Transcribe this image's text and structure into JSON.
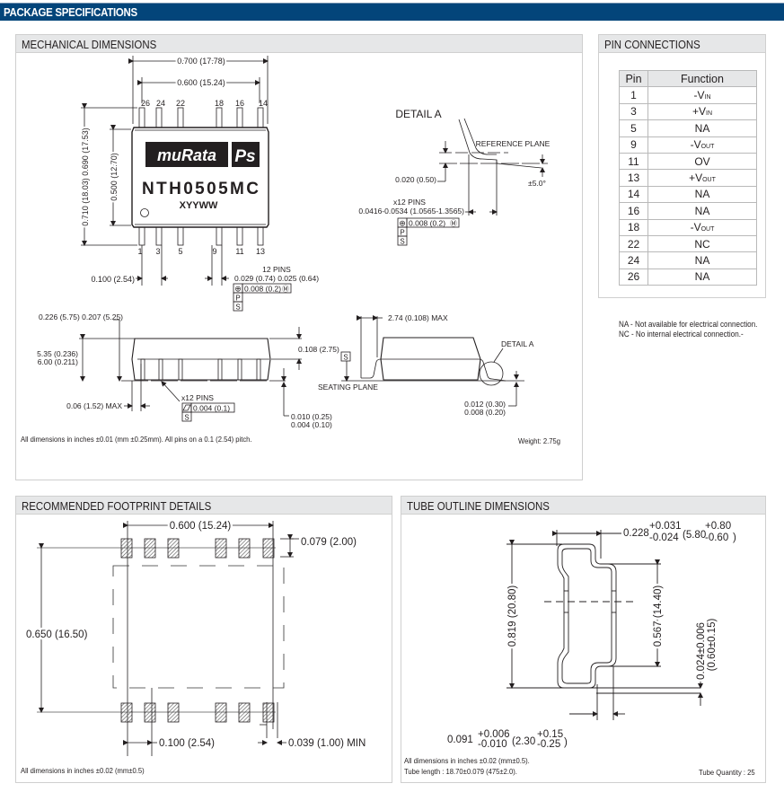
{
  "header": {
    "title": "PACKAGE SPECIFICATIONS"
  },
  "mechanical": {
    "title": "MECHANICAL DIMENSIONS",
    "top_view": {
      "dim_width_overall": "0.700 (17.78)",
      "dim_pin_span": "0.600 (15.24)",
      "dim_height_overall": "0.710 (18.03) 0.690 (17.53)",
      "dim_body_height": "0.500 (12.70)",
      "pins_top": [
        "26",
        "24",
        "22",
        "18",
        "16",
        "14"
      ],
      "pins_bottom": [
        "1",
        "3",
        "5",
        "9",
        "11",
        "13"
      ],
      "brand_left": "muRata",
      "brand_right": "Ps",
      "part_number": "NTH0505MC",
      "date_code": "XYYWW",
      "dim_pitch": "0.100 (2.54)",
      "pins_note": "12 PINS",
      "dim_pin_width": "0.029 (0.74) 0.025 (0.64)",
      "tol_position": "0.008 (0.2)",
      "tol_p": "P",
      "tol_s": "S"
    },
    "detail_a": {
      "title": "DETAIL A",
      "reference_plane": "REFERENCE PLANE",
      "dim_gap": "0.020 (0.50)",
      "angle": "±5.0°",
      "pins_note": "x12 PINS",
      "dim_foot": "0.0416-0.0534 (1.0565-1.3565)",
      "tol_position": "0.008 (0.2)",
      "tol_p": "P",
      "tol_s": "S"
    },
    "side_view": {
      "dim_height": "0.226 (5.75) 0.207 (5.25)",
      "dim_body_line1": "5.35 (0.236)",
      "dim_body_line2": "6.00 (0.211)",
      "dim_standoff_body": "0.108 (2.75)",
      "dim_lead_max": "0.06 (1.52) MAX",
      "pins_note": "x12 PINS",
      "tol_flatness": "0.004 (0.1)",
      "tol_s": "S",
      "dim_clearance_line1": "0.010 (0.25)",
      "dim_clearance_line2": "0.004 (0.10)"
    },
    "end_view": {
      "dim_lead_max": "2.74 (0.108) MAX",
      "datum_s": "S",
      "seating_plane": "SEATING PLANE",
      "detail_label": "DETAIL A",
      "dim_thickness_line1": "0.012 (0.30)",
      "dim_thickness_line2": "0.008 (0.20)"
    },
    "footnote": "All dimensions in inches ±0.01 (mm ±0.25mm). All pins on a 0.1 (2.54) pitch.",
    "weight": "Weight: 2.75g"
  },
  "pin_connections": {
    "title": "PIN CONNECTIONS",
    "columns": [
      "Pin",
      "Function"
    ],
    "rows": [
      {
        "pin": "1",
        "fn": "-V",
        "sub": "IN"
      },
      {
        "pin": "3",
        "fn": "+V",
        "sub": "IN"
      },
      {
        "pin": "5",
        "fn": "NA",
        "sub": ""
      },
      {
        "pin": "9",
        "fn": "-V",
        "sub": "OUT"
      },
      {
        "pin": "11",
        "fn": "OV",
        "sub": ""
      },
      {
        "pin": "13",
        "fn": "+V",
        "sub": "OUT"
      },
      {
        "pin": "14",
        "fn": "NA",
        "sub": ""
      },
      {
        "pin": "16",
        "fn": "NA",
        "sub": ""
      },
      {
        "pin": "18",
        "fn": "-V",
        "sub": "OUT"
      },
      {
        "pin": "22",
        "fn": "NC",
        "sub": ""
      },
      {
        "pin": "24",
        "fn": "NA",
        "sub": ""
      },
      {
        "pin": "26",
        "fn": "NA",
        "sub": ""
      }
    ],
    "note_na": "NA - Not available for electrical connection.",
    "note_nc": "NC - No internal electrical connection.-"
  },
  "footprint": {
    "title": "RECOMMENDED FOOTPRINT DETAILS",
    "dim_span": "0.600 (15.24)",
    "dim_pad_height": "0.079 (2.00)",
    "dim_row_spacing": "0.650 (16.50)",
    "dim_pitch": "0.100 (2.54)",
    "dim_pad_width": "0.039 (1.00) MIN",
    "footnote": "All dimensions in inches ±0.02 (mm±0.5)"
  },
  "tube": {
    "title": "TUBE OUTLINE DIMENSIONS",
    "dim_width_base": "0.228",
    "dim_width_tol_plus": "+0.031",
    "dim_width_tol_minus": "-0.024",
    "dim_width_mm_base": "(5.80",
    "dim_width_mm_plus": "+0.80",
    "dim_width_mm_minus": "-0.60",
    "dim_height": "0.819 (20.80)",
    "dim_inner": "0.567 (14.40)",
    "dim_wall_line1": "0.024±0.006",
    "dim_wall_line2": "(0.60±0.15)",
    "dim_lip_base": "0.091",
    "dim_lip_plus": "+0.006",
    "dim_lip_minus": "-0.010",
    "dim_lip_mm_base": "(2.30",
    "dim_lip_mm_plus": "+0.15",
    "dim_lip_mm_minus": "-0.25",
    "footnote_line1": "All dimensions in inches ±0.02 (mm±0.5).",
    "footnote_line2": "Tube length  : 18.70±0.079 (475±2.0).",
    "quantity": "Tube Quantity : 25"
  }
}
